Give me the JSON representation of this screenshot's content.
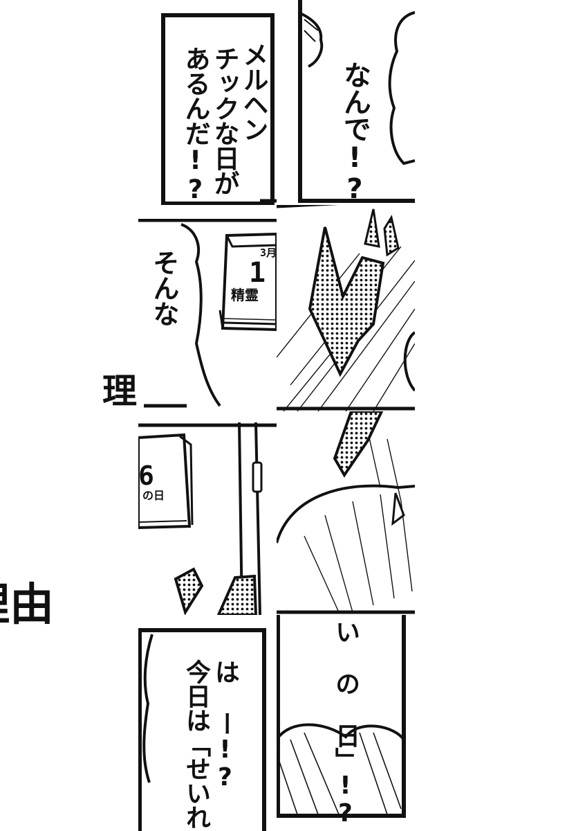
{
  "speech": {
    "p1_right": "なんで!?",
    "p1_left_line1": "メルヘン",
    "p1_left_line2": "チックな日が",
    "p1_left_line3": "あるんだ!?",
    "p2_left": "そんな",
    "p4_right": "い の 日」!?",
    "p4_left_line1": "は ー!?",
    "p4_left_line2": "今日は「せいれ"
  },
  "margin_text": {
    "top_glyph": "理",
    "bottom_glyph": "理由"
  },
  "calendar": {
    "month": "3月",
    "day_fragment": "1",
    "caption_fragment": "精霊",
    "lower_day_fragment": "6",
    "lower_caption_fragment": "の日"
  },
  "colors": {
    "ink": "#111111",
    "paper": "#ffffff"
  }
}
